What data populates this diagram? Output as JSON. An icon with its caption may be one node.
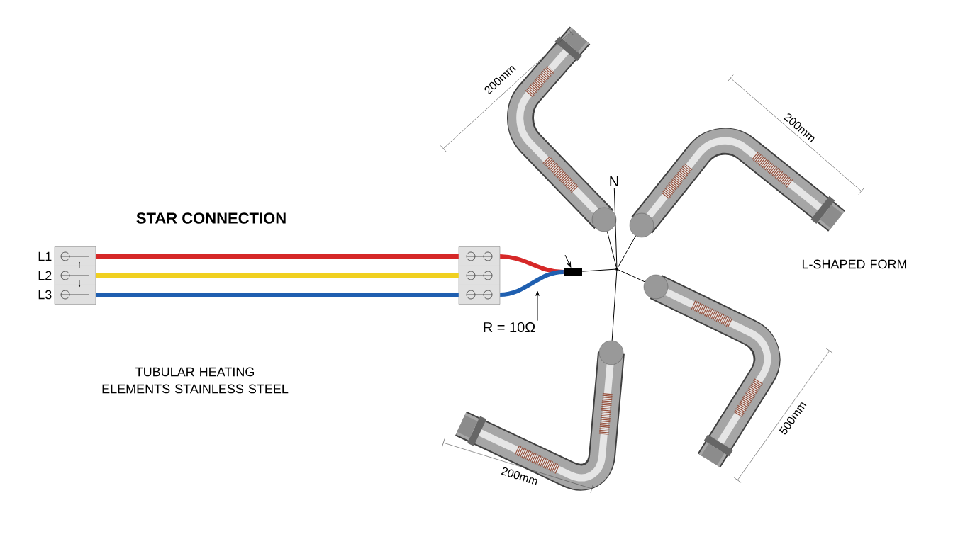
{
  "diagram": {
    "title": "STAR CONNECTION",
    "nodes": [
      {
        "text": [],
        "shape": "box",
        "beside": [
          "L1"
        ]
      },
      {
        "text": [],
        "shape": "box",
        "beside": [
          "L2"
        ]
      },
      {
        "text": [],
        "shape": "box",
        "beside": [
          "L3"
        ]
      },
      {
        "text": [],
        "shape": "box"
      },
      {
        "text": [],
        "shape": "box"
      },
      {
        "text": [],
        "shape": "box"
      },
      {
        "text": [],
        "shape": "bar"
      },
      {
        "text": [],
        "shape": "circle"
      },
      {
        "text": [],
        "shape": "picture"
      },
      {
        "text": [],
        "shape": "picture"
      },
      {
        "text": [],
        "shape": "picture"
      },
      {
        "text": [],
        "shape": "picture"
      },
      {
        "text": [
          "N"
        ]
      },
      {
        "text": [
          "R = 10Ω"
        ]
      }
    ],
    "edges": [
      {
        "from": 0,
        "to": 3,
        "arrow": "none",
        "style": "thick",
        "color": "#d62828"
      },
      {
        "from": 1,
        "to": 4,
        "arrow": "none",
        "style": "thick",
        "color": "#f0d020"
      },
      {
        "from": 2,
        "to": 5,
        "arrow": "none",
        "style": "thick",
        "color": "#1f5fb0"
      },
      {
        "from": 3,
        "to": 6,
        "arrow": "none",
        "style": "thick",
        "color": "#d62828"
      },
      {
        "from": 5,
        "to": 6,
        "arrow": "none",
        "style": "thick",
        "color": "#1f5fb0"
      },
      {
        "from": 6,
        "to": 7,
        "arrow": "none"
      },
      {
        "from": 7,
        "to": 8,
        "arrow": "none"
      },
      {
        "from": 7,
        "to": 9,
        "arrow": "none"
      },
      {
        "from": 7,
        "to": 10,
        "arrow": "none"
      },
      {
        "from": 7,
        "to": 11,
        "arrow": "none"
      },
      {
        "from": 7,
        "to": 12,
        "arrow": "none"
      },
      {
        "from": null,
        "to": 6,
        "arrow": "to"
      },
      {
        "from": 13,
        "to": null,
        "arrow": "to"
      }
    ],
    "labels": [
      "L-SHAPED FORM",
      "TUBULAR HEATING ELEMENTS STAINLESS STEEL",
      "200mm",
      "200mm",
      "200mm",
      "500mm"
    ]
  }
}
